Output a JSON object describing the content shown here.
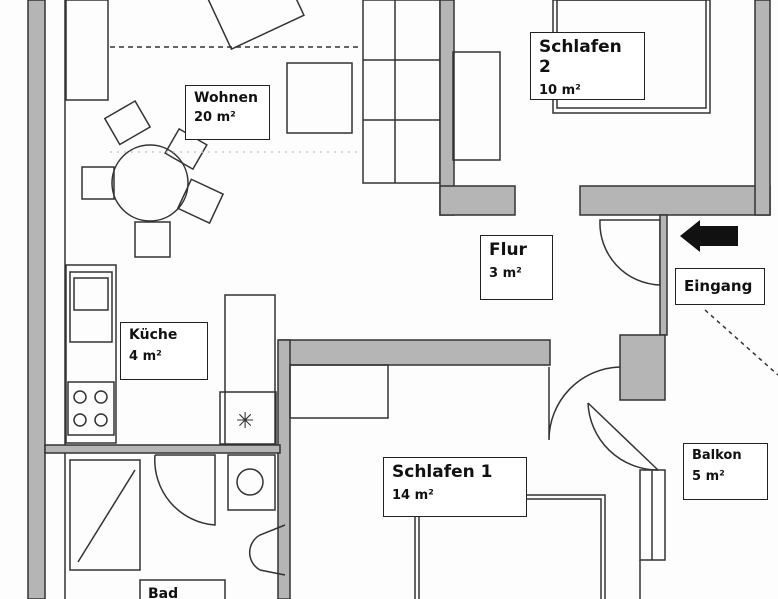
{
  "rooms": {
    "schlafen2": {
      "name": "Schlafen 2",
      "area": "10 m²"
    },
    "wohnen": {
      "name": "Wohnen",
      "area": "20 m²"
    },
    "flur": {
      "name": "Flur",
      "area": "3 m²"
    },
    "eingang": {
      "name": "Eingang"
    },
    "kueche": {
      "name": "Küche",
      "area": "4 m²"
    },
    "schlafen1": {
      "name": "Schlafen 1",
      "area": "14 m²"
    },
    "balkon": {
      "name": "Balkon",
      "area": "5 m²"
    },
    "bad": {
      "name": "Bad"
    }
  },
  "colors": {
    "wall": "#b5b5b5",
    "line": "#333333"
  }
}
